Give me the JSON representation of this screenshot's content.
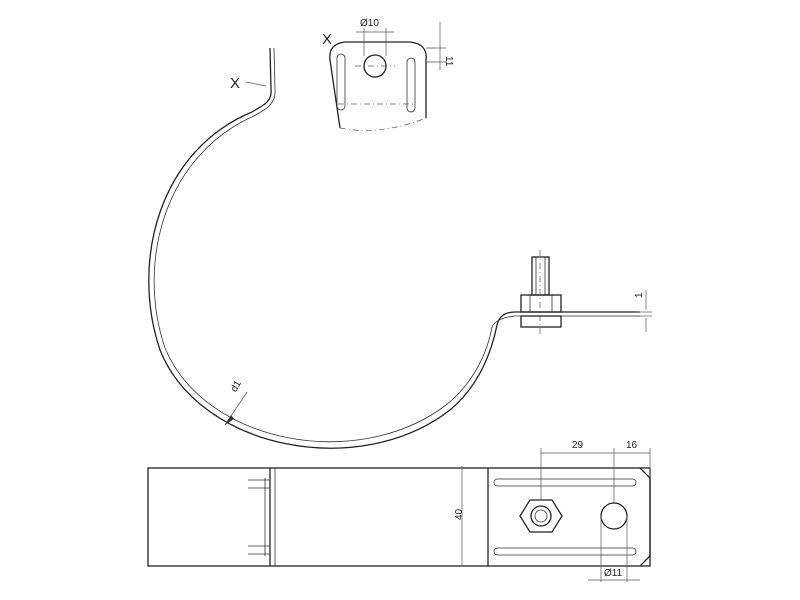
{
  "labels": {
    "section_marker_main": "X",
    "section_marker_detail": "X"
  },
  "dimensions": {
    "hole_diameter_detail": "Ø10",
    "detail_offset": "11",
    "sheet_thickness": "1",
    "pipe_diameter": "d1",
    "hole_spacing": "29",
    "edge_distance": "16",
    "band_width": "40",
    "hole_diameter_bottom": "Ø11"
  },
  "colors": {
    "line": "#222222",
    "background": "#ffffff"
  }
}
